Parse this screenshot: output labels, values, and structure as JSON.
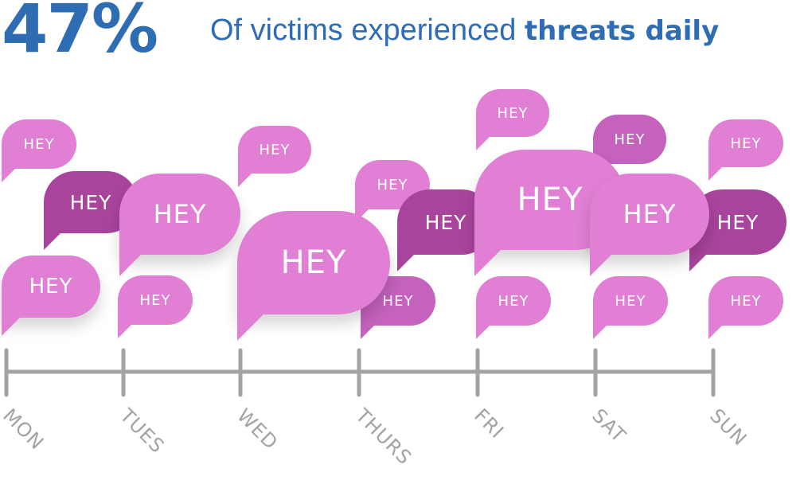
{
  "headline": {
    "percent": "47%",
    "caption_lead": "Of victims experienced ",
    "caption_bold": "threats daily"
  },
  "colors": {
    "headline": "#2e6cb3",
    "bubble_light": "#e07fd4",
    "bubble_medium": "#c462bd",
    "bubble_dark": "#a8449c",
    "timeline": "#a3a3a3"
  },
  "bubble_text": "HEY",
  "days": [
    "MON",
    "TUES",
    "WED",
    "THURS",
    "FRI",
    "SAT",
    "SUN"
  ]
}
